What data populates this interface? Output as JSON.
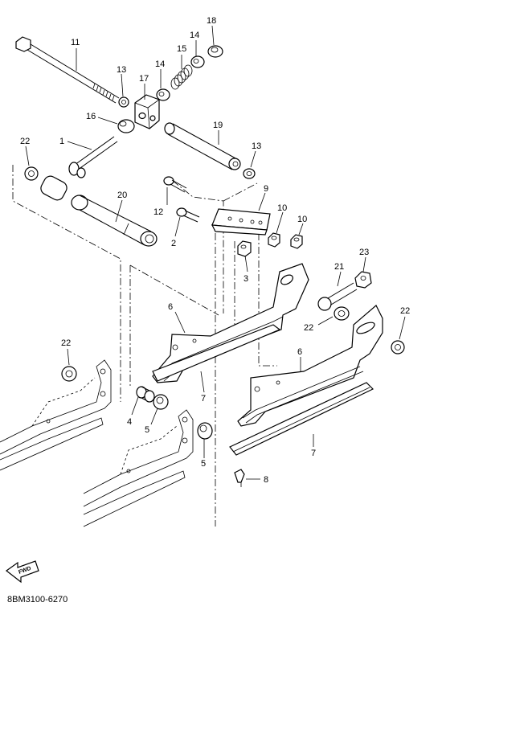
{
  "diagram_code": "8BM3100-6270",
  "fwd_label": "FWD",
  "callouts": {
    "c1": "1",
    "c2": "2",
    "c3": "3",
    "c4": "4",
    "c5a": "5",
    "c5b": "5",
    "c6a": "6",
    "c6b": "6",
    "c7a": "7",
    "c7b": "7",
    "c8": "8",
    "c9": "9",
    "c10a": "10",
    "c10b": "10",
    "c11": "11",
    "c12": "12",
    "c13a": "13",
    "c13b": "13",
    "c14a": "14",
    "c14b": "14",
    "c15": "15",
    "c16": "16",
    "c17": "17",
    "c18": "18",
    "c19": "19",
    "c20": "20",
    "c21": "21",
    "c22a": "22",
    "c22b": "22",
    "c22c": "22",
    "c22d": "22",
    "c23": "23"
  },
  "parts": [
    "bolt",
    "bolt",
    "nut",
    "collar",
    "nut",
    "slide-rail",
    "slide",
    "screw",
    "plate",
    "nut",
    "shaft",
    "bolt",
    "washer",
    "washer",
    "spring",
    "washer",
    "block",
    "nut",
    "shaft",
    "collar",
    "bolt",
    "washer",
    "nut"
  ]
}
